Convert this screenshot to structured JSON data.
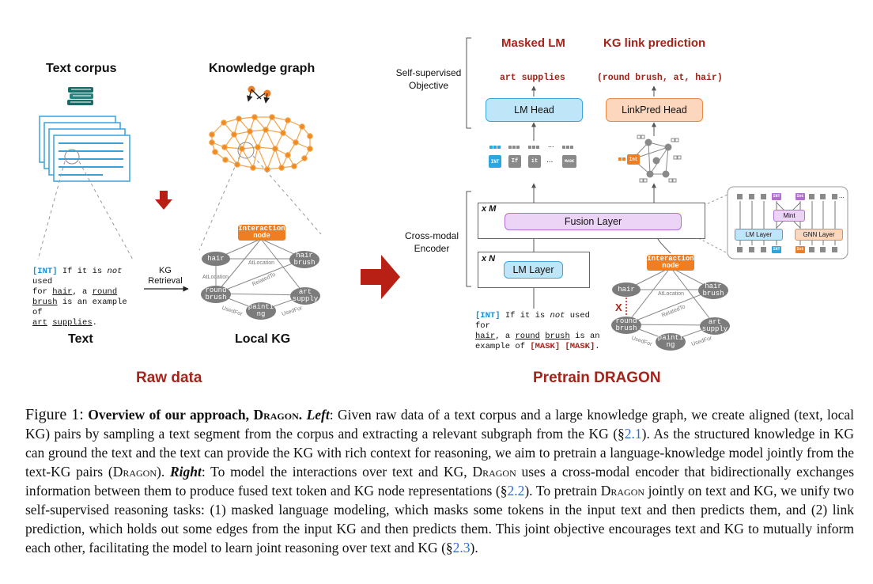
{
  "left": {
    "text_corpus_title": "Text corpus",
    "knowledge_graph_title": "Knowledge graph",
    "kg_retrieval_line1": "KG",
    "kg_retrieval_line2": "Retrieval",
    "text_label": "Text",
    "local_kg_label": "Local KG",
    "raw_data_title": "Raw data",
    "sample_text": {
      "int_token": "[INT]",
      "line1_a": " If it is ",
      "line1_not": "not",
      "line1_b": " used",
      "line2_a": "for ",
      "hair": "hair",
      "line2_b": ", a ",
      "round": "round",
      "brush": "brush",
      "line3_b": " is an example of",
      "art": "art",
      "supplies": "supplies",
      "end": "."
    },
    "kg_nodes": {
      "interaction": "Interaction node",
      "hair": "hair",
      "hair_brush": "hair brush",
      "round_brush": "round brush",
      "art_supply": "art supply",
      "painting": "painti ng"
    },
    "kg_edges": {
      "at_location_top": "AtLocation",
      "at_location_left": "AtLocation",
      "related_to": "RelatedTo",
      "used_for_1": "UsedFor",
      "used_for_2": "UsedFor"
    }
  },
  "right": {
    "masked_lm_title": "Masked LM",
    "kg_link_title": "KG link prediction",
    "self_supervised_line1": "Self-supervised",
    "self_supervised_line2": "Objective",
    "art_supplies_output": "art supplies",
    "triple_output": "(round brush, at, hair)",
    "lm_head": "LM Head",
    "linkpred_head": "LinkPred Head",
    "tokens": [
      "INT",
      "If",
      "it",
      "...",
      "MASK"
    ],
    "token_ellipsis": "...",
    "node_int": "Int",
    "x_m": "x M",
    "x_n": "x N",
    "fusion_layer": "Fusion Layer",
    "lm_layer": "LM Layer",
    "cross_modal_line1": "Cross-modal",
    "cross_modal_line2": "Encoder",
    "inset": {
      "mint": "Mint",
      "lm_layer": "LM Layer",
      "gnn_layer": "GNN Layer",
      "int": "INT",
      "int2": "Int",
      "ellipsis": "..."
    },
    "input_text": {
      "int_token": "[INT]",
      "l1_a": " If it is ",
      "l1_not": "not",
      "l1_b": " used for",
      "hair": "hair",
      "l2_b": ", a ",
      "round": "round",
      "brush": "brush",
      "l2_c": " is an",
      "l3_a": "example of ",
      "mask1": "[MASK]",
      "mask2": "[MASK]",
      "end": "."
    },
    "kg_nodes": {
      "interaction": "Interaction node",
      "hair": "hair",
      "hair_brush": "hair brush",
      "round_brush": "round brush",
      "art_supply": "art supply",
      "painting": "painti ng"
    },
    "kg_edges": {
      "at_location": "AtLocation",
      "related_to": "RelatedTo",
      "used_for_1": "UsedFor",
      "used_for_2": "UsedFor"
    },
    "held_out_mark": "X",
    "pretrain_title_a": "Pretrain ",
    "pretrain_title_b": "DRAGON"
  },
  "caption": {
    "fig": "Figure 1:",
    "bold_title": "Overview of our approach, ",
    "dragon": "Dragon",
    "dot": ".",
    "left_word": "Left",
    "p1": ": Given raw data of a text corpus and a large knowledge graph, we create aligned (text, local KG) pairs by sampling a text segment from the corpus and extracting a relevant subgraph from the KG (§",
    "ref1": "2.1",
    "p2": "). As the structured knowledge in KG can ground the text and the text can provide the KG with rich context for reasoning, we aim to pretrain a language-knowledge model jointly from the text-KG pairs (",
    "dragon2": "Dragon",
    "p3": "). ",
    "right_word": "Right",
    "p4": ": To model the interactions over text and KG, ",
    "dragon3": "Dragon",
    "p5": " uses a cross-modal encoder that bidirectionally exchanges information between them to produce fused text token and KG node representations (§",
    "ref2": "2.2",
    "p6": "). To pretrain ",
    "dragon4": "Dragon",
    "p7": " jointly on text and KG, we unify two self-supervised reasoning tasks: (1) masked language modeling, which masks some tokens in the input text and then predicts them, and (2) link prediction, which holds out some edges from the input KG and then predicts them. This joint objective encourages text and KG to mutually inform each other, facilitating the model to learn joint reasoning over text and KG (§",
    "ref3": "2.3",
    "p8": ")."
  }
}
